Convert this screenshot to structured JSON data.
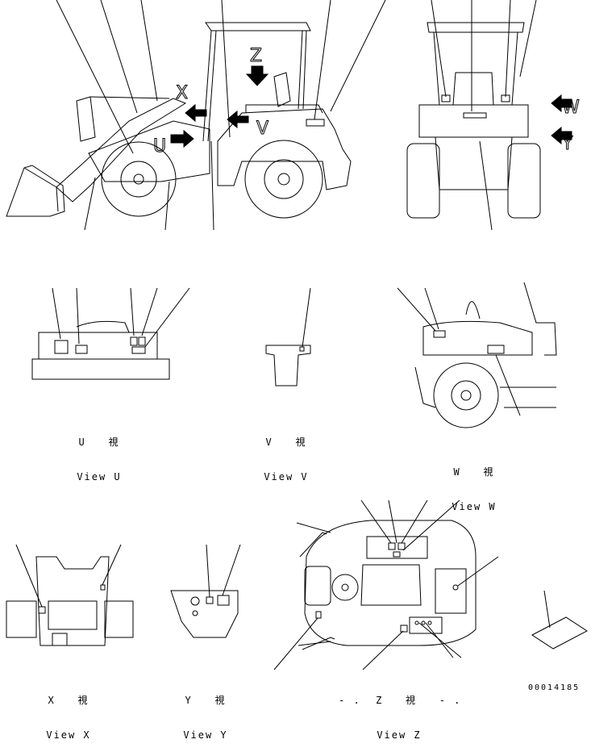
{
  "arrow_letters": {
    "z": "Z",
    "x": "X",
    "u": "U",
    "v": "V",
    "w": "W",
    "y": "Y"
  },
  "views": {
    "u": {
      "jp": "U   視",
      "en": "View U"
    },
    "v": {
      "jp": "V   視",
      "en": "View V"
    },
    "w": {
      "jp": "W   視",
      "en": "View W"
    },
    "x": {
      "jp": "X   視",
      "en": "View X"
    },
    "y": {
      "jp": "Y   視",
      "en": "View Y"
    },
    "z": {
      "jp": "- .  Z   視   - .",
      "en": "View Z"
    }
  },
  "drawing_code": "00014185",
  "colors": {
    "line": "#000000",
    "background": "#ffffff"
  }
}
